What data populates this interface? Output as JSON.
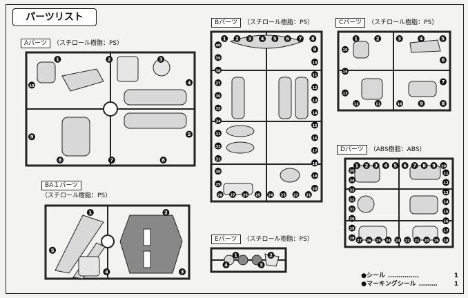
{
  "page": {
    "title": "パーツリスト"
  },
  "frames": [
    {
      "id": "A",
      "name": "Aパーツ",
      "material": "（スチロール樹脂：PS）",
      "numbers": [
        "1",
        "2",
        "3",
        "4",
        "5",
        "6",
        "7",
        "8",
        "9",
        "10"
      ]
    },
    {
      "id": "B",
      "name": "Bパーツ",
      "material": "（スチロール樹脂：PS）",
      "numbers": [
        "1",
        "2",
        "3",
        "4",
        "5",
        "6",
        "7",
        "8",
        "9",
        "10",
        "11",
        "12",
        "13",
        "14",
        "15",
        "16",
        "17",
        "18",
        "19",
        "20",
        "21",
        "22",
        "23",
        "24",
        "25",
        "26",
        "27",
        "28",
        "29",
        "30",
        "31",
        "32",
        "33",
        "34",
        "35",
        "36",
        "37",
        "38",
        "39",
        "40"
      ]
    },
    {
      "id": "C",
      "name": "Cパーツ",
      "material": "（スチロール樹脂：PS）",
      "numbers": [
        "1",
        "2",
        "3",
        "4",
        "5",
        "6",
        "7",
        "8",
        "9",
        "10",
        "11",
        "12",
        "13",
        "14",
        "15"
      ]
    },
    {
      "id": "BA1",
      "name": "BA１パーツ",
      "material": "（スチロール樹脂：PS）",
      "numbers": [
        "1",
        "2",
        "3",
        "4",
        "5"
      ]
    },
    {
      "id": "E",
      "name": "Eパーツ",
      "material": "（スチロール樹脂：PS）",
      "numbers": [
        "1",
        "2",
        "3",
        "4"
      ]
    },
    {
      "id": "D",
      "name": "Dパーツ",
      "material": "（ABS樹脂：ABS）",
      "numbers": [
        "1",
        "2",
        "3",
        "4",
        "5",
        "6",
        "7",
        "8",
        "9",
        "10",
        "11",
        "12",
        "13",
        "14",
        "15",
        "16",
        "17",
        "18",
        "19",
        "20",
        "21",
        "22",
        "23",
        "24",
        "25",
        "26",
        "27",
        "28",
        "29",
        "30",
        "31",
        "32",
        "33",
        "34",
        "35"
      ]
    }
  ],
  "legend": [
    {
      "label": "●シール",
      "dots": "……………",
      "count": "1"
    },
    {
      "label": "●マーキングシール",
      "dots": "………",
      "count": "1"
    }
  ]
}
